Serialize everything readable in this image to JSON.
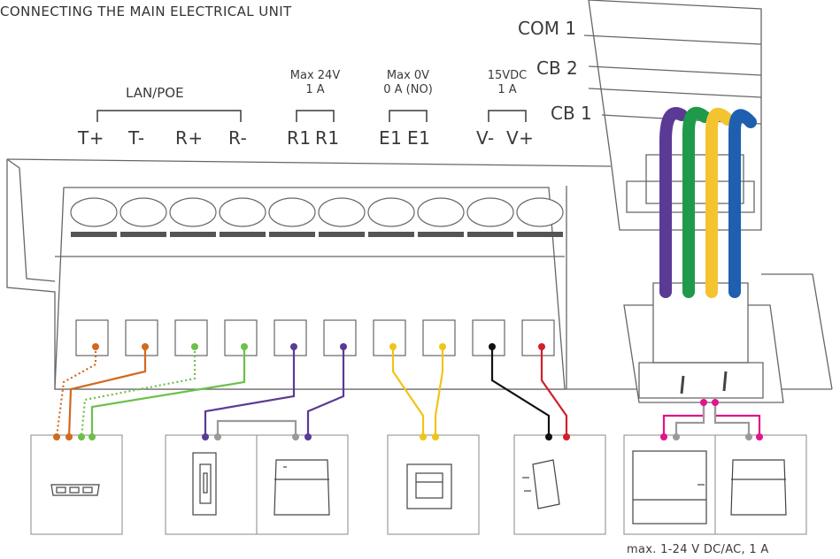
{
  "title": "CONNECTING THE MAIN ELECTRICAL UNIT",
  "terminal_groups": [
    {
      "id": "lan",
      "label": "LAN/POE",
      "sub": "",
      "pins": [
        "T+",
        "T-",
        "R+",
        "R-"
      ]
    },
    {
      "id": "relay",
      "label": "Max 24V",
      "sub": "1 A",
      "pins": [
        "R1",
        "R1"
      ]
    },
    {
      "id": "input",
      "label": "Max 0V",
      "sub": "0 A (NO)",
      "pins": [
        "E1",
        "E1"
      ]
    },
    {
      "id": "power",
      "label": "15VDC",
      "sub": "1 A",
      "pins": [
        "V-",
        "V+"
      ]
    }
  ],
  "ports": [
    "COM 1",
    "CB 2",
    "CB 1"
  ],
  "devices": [
    {
      "name": "network-switch",
      "icon": "switch-icon"
    },
    {
      "name": "electric-strike-lock",
      "icon": "door-lock-icon"
    },
    {
      "name": "din-rail-module",
      "icon": "din-module-icon"
    },
    {
      "name": "exit-button",
      "icon": "push-button-icon"
    },
    {
      "name": "power-adapter",
      "icon": "plug-adapter-icon"
    },
    {
      "name": "din-power-supply",
      "icon": "din-psu-icon"
    },
    {
      "name": "din-relay-module",
      "icon": "din-module-icon"
    }
  ],
  "bus_note": "max. 1-24 V DC/AC, 1 A",
  "colors": {
    "orange": "#d2691e",
    "green": "#6cc04a",
    "purple": "#5b3a96",
    "gray": "#9a9a9a",
    "yellow": "#f0c419",
    "black": "#111111",
    "red": "#d0202a",
    "magenta": "#e0148c",
    "cable_purple": "#5b3a96",
    "cable_green": "#1e9a4a",
    "cable_yellow": "#f4c430",
    "cable_blue": "#1f5fb0",
    "outline": "#666666"
  }
}
